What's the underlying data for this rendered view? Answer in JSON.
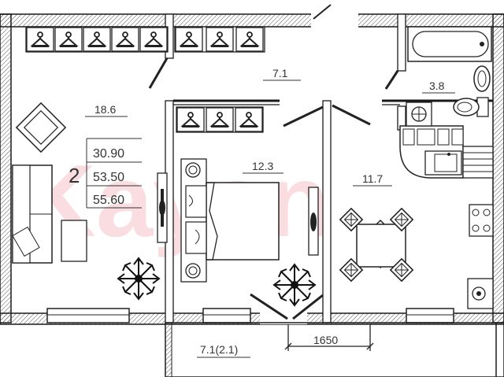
{
  "watermark": "Kayan",
  "summary": {
    "rooms": "2",
    "living_area": "30.90",
    "total_area": "53.50",
    "total_area_with_balcony": "55.60"
  },
  "rooms": {
    "living_room": "18.6",
    "hall": "7.1",
    "bathroom": "3.8",
    "bedroom": "12.3",
    "kitchen": "11.7",
    "balcony": "7.1(2.1)"
  },
  "dimension": "1650",
  "colors": {
    "wall": "#1a1a1a",
    "watermark": "#f4b6be",
    "line": "#333333"
  }
}
